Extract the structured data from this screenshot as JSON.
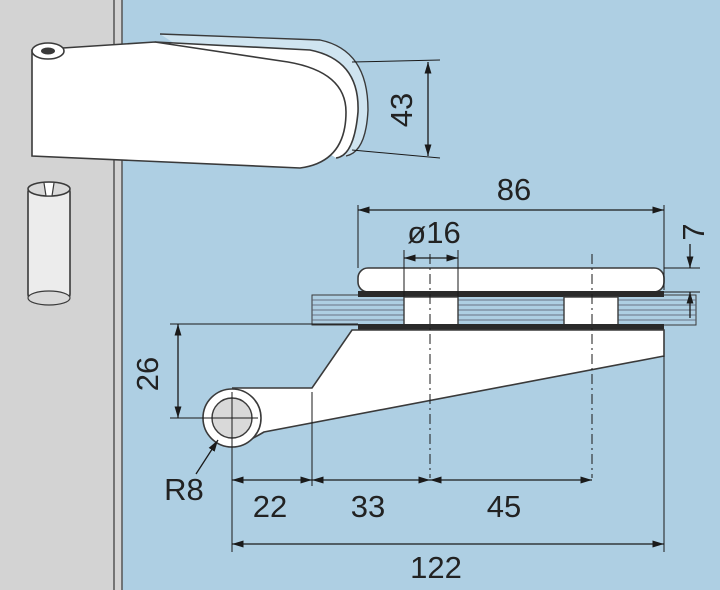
{
  "colors": {
    "wall": "#d3d3d3",
    "glass": "#aecfe3",
    "part_fill": "#ffffff",
    "pin_fill": "#d9d9d9",
    "line": "#1a1a1a"
  },
  "dimensions": {
    "clamp_height": "43",
    "overall_width": "86",
    "hole_diameter": "ø16",
    "plate_thickness": "7",
    "arm_offset": "26",
    "radius": "R8",
    "seg_1": "22",
    "seg_2": "33",
    "seg_3": "45",
    "total_length": "122"
  }
}
